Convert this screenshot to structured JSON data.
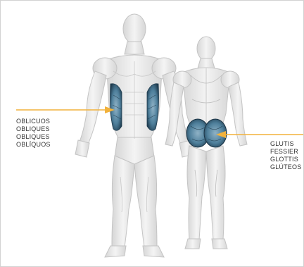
{
  "colors": {
    "arrow": "#f2b23c",
    "muscle_highlight": "#4e7f9b",
    "body_fill": "#ececec",
    "body_outline": "#c8c8c8"
  },
  "icons": {
    "front_figure": "anatomy-front-icon",
    "back_figure": "anatomy-back-icon"
  },
  "labels": {
    "obliques": [
      "OBLICUOS",
      "OBLIQUES",
      "OBLIQUES",
      "OBLÍQUOS"
    ],
    "glutes": [
      "GLUTIS",
      "FESSIER",
      "GLOTTIS",
      "GLÚTEOS"
    ]
  }
}
